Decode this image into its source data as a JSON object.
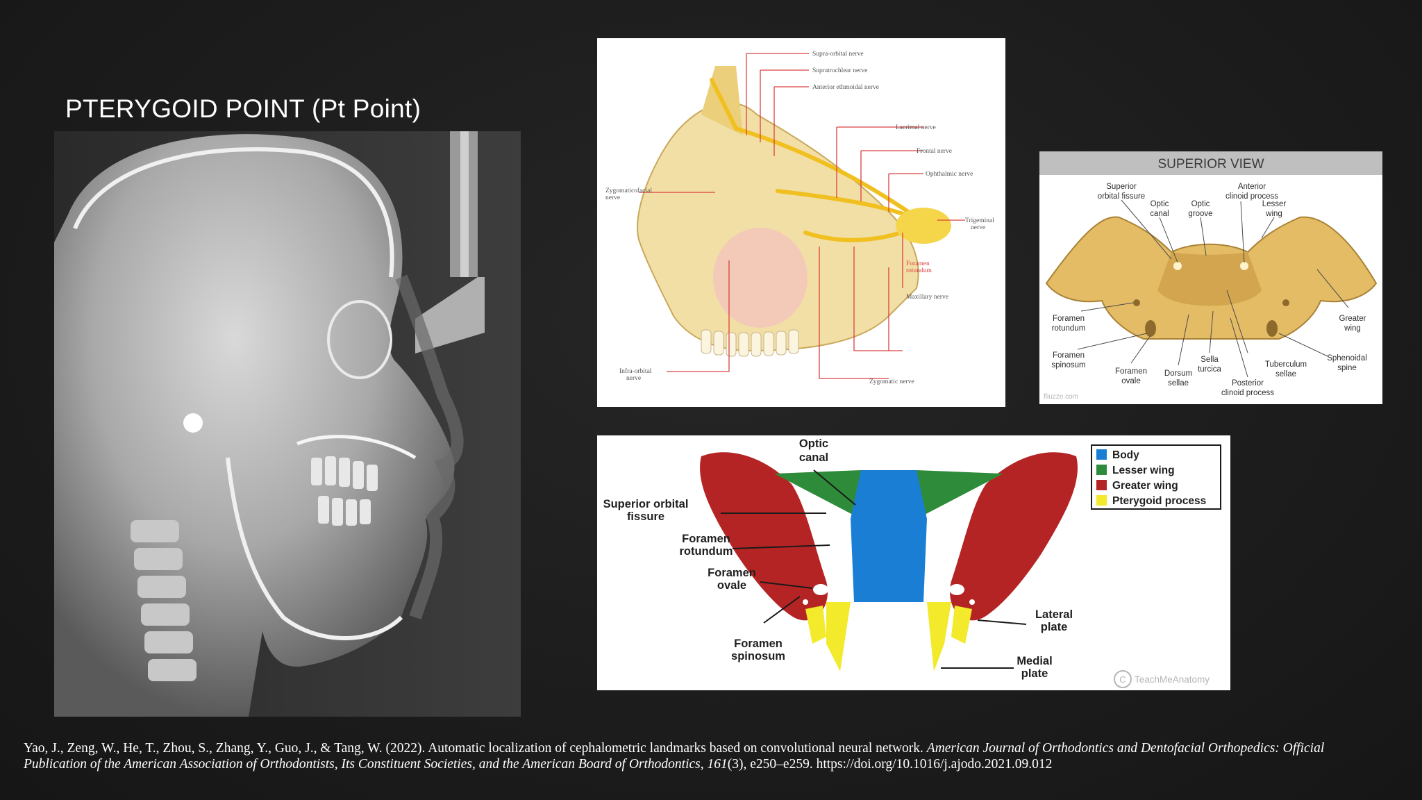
{
  "slide": {
    "title": "PTERYGOID POINT (Pt Point)"
  },
  "nerve_figure": {
    "labels": {
      "supraorbital": "Supra-orbital nerve",
      "supratrochlear": "Supratrochlear nerve",
      "anterior_ethmoidal": "Anterior ethmoidal nerve",
      "lacrimal": "Lacrimal nerve",
      "frontal": "Frontal nerve",
      "ophthalmic": "Ophthalmic nerve",
      "zygomaticofacial_1": "Zygomaticofacial",
      "zygomaticofacial_2": "nerve",
      "trigeminal_1": "Trigeminal",
      "trigeminal_2": "nerve",
      "foramen_rotundum_1": "Foramen",
      "foramen_rotundum_2": "rotundum",
      "maxillary": "Maxillary nerve",
      "infraorbital_1": "Infra-orbital",
      "infraorbital_2": "nerve",
      "zygomatic": "Zygomatic nerve"
    }
  },
  "superior_view": {
    "header": "SUPERIOR VIEW",
    "watermark": "fliuzze.com",
    "labels": {
      "superior_orbital_fissure_1": "Superior",
      "superior_orbital_fissure_2": "orbital fissure",
      "optic_canal_1": "Optic",
      "optic_canal_2": "canal",
      "optic_groove_1": "Optic",
      "optic_groove_2": "groove",
      "anterior_clinoid_1": "Anterior",
      "anterior_clinoid_2": "clinoid process",
      "lesser_wing_1": "Lesser",
      "lesser_wing_2": "wing",
      "foramen_rotundum_1": "Foramen",
      "foramen_rotundum_2": "rotundum",
      "greater_wing_1": "Greater",
      "greater_wing_2": "wing",
      "foramen_spinosum_1": "Foramen",
      "foramen_spinosum_2": "spinosum",
      "foramen_ovale_1": "Foramen",
      "foramen_ovale_2": "ovale",
      "dorsum_sellae_1": "Dorsum",
      "dorsum_sellae_2": "sellae",
      "sella_turcica_1": "Sella",
      "sella_turcica_2": "turcica",
      "tuberculum_sellae_1": "Tuberculum",
      "tuberculum_sellae_2": "sellae",
      "sphenoidal_spine_1": "Sphenoidal",
      "sphenoidal_spine_2": "spine",
      "posterior_clinoid_1": "Posterior",
      "posterior_clinoid_2": "clinoid process"
    }
  },
  "teachme_figure": {
    "legend": [
      {
        "label": "Body",
        "color": "#1a7fd4"
      },
      {
        "label": "Lesser wing",
        "color": "#2e8b3a"
      },
      {
        "label": "Greater wing",
        "color": "#b52424"
      },
      {
        "label": "Pterygoid process",
        "color": "#f2ea2a"
      }
    ],
    "labels": {
      "optic_canal_1": "Optic",
      "optic_canal_2": "canal",
      "superior_orbital_fissure_1": "Superior orbital",
      "superior_orbital_fissure_2": "fissure",
      "foramen_rotundum_1": "Foramen",
      "foramen_rotundum_2": "rotundum",
      "foramen_ovale_1": "Foramen",
      "foramen_ovale_2": "ovale",
      "foramen_spinosum_1": "Foramen",
      "foramen_spinosum_2": "spinosum",
      "lateral_plate_1": "Lateral",
      "lateral_plate_2": "plate",
      "medial_plate_1": "Medial",
      "medial_plate_2": "plate"
    },
    "watermark": "TeachMeAnatomy",
    "watermark_symbol": "C"
  },
  "citation": {
    "authors": "Yao, J., Zeng, W., He, T., Zhou, S., Zhang, Y., Guo, J., & Tang, W. (2022). Automatic localization of cephalometric landmarks based on convolutional neural network. ",
    "journal": "American Journal of Orthodontics and Dentofacial Orthopedics: Official Publication of the American Association of Orthodontists, Its Constituent Societies, and the American Board of Orthodontics",
    "sep": ", ",
    "volume": "161",
    "rest": "(3), e250–e259. https://doi.org/10.1016/j.ajodo.2021.09.012"
  }
}
